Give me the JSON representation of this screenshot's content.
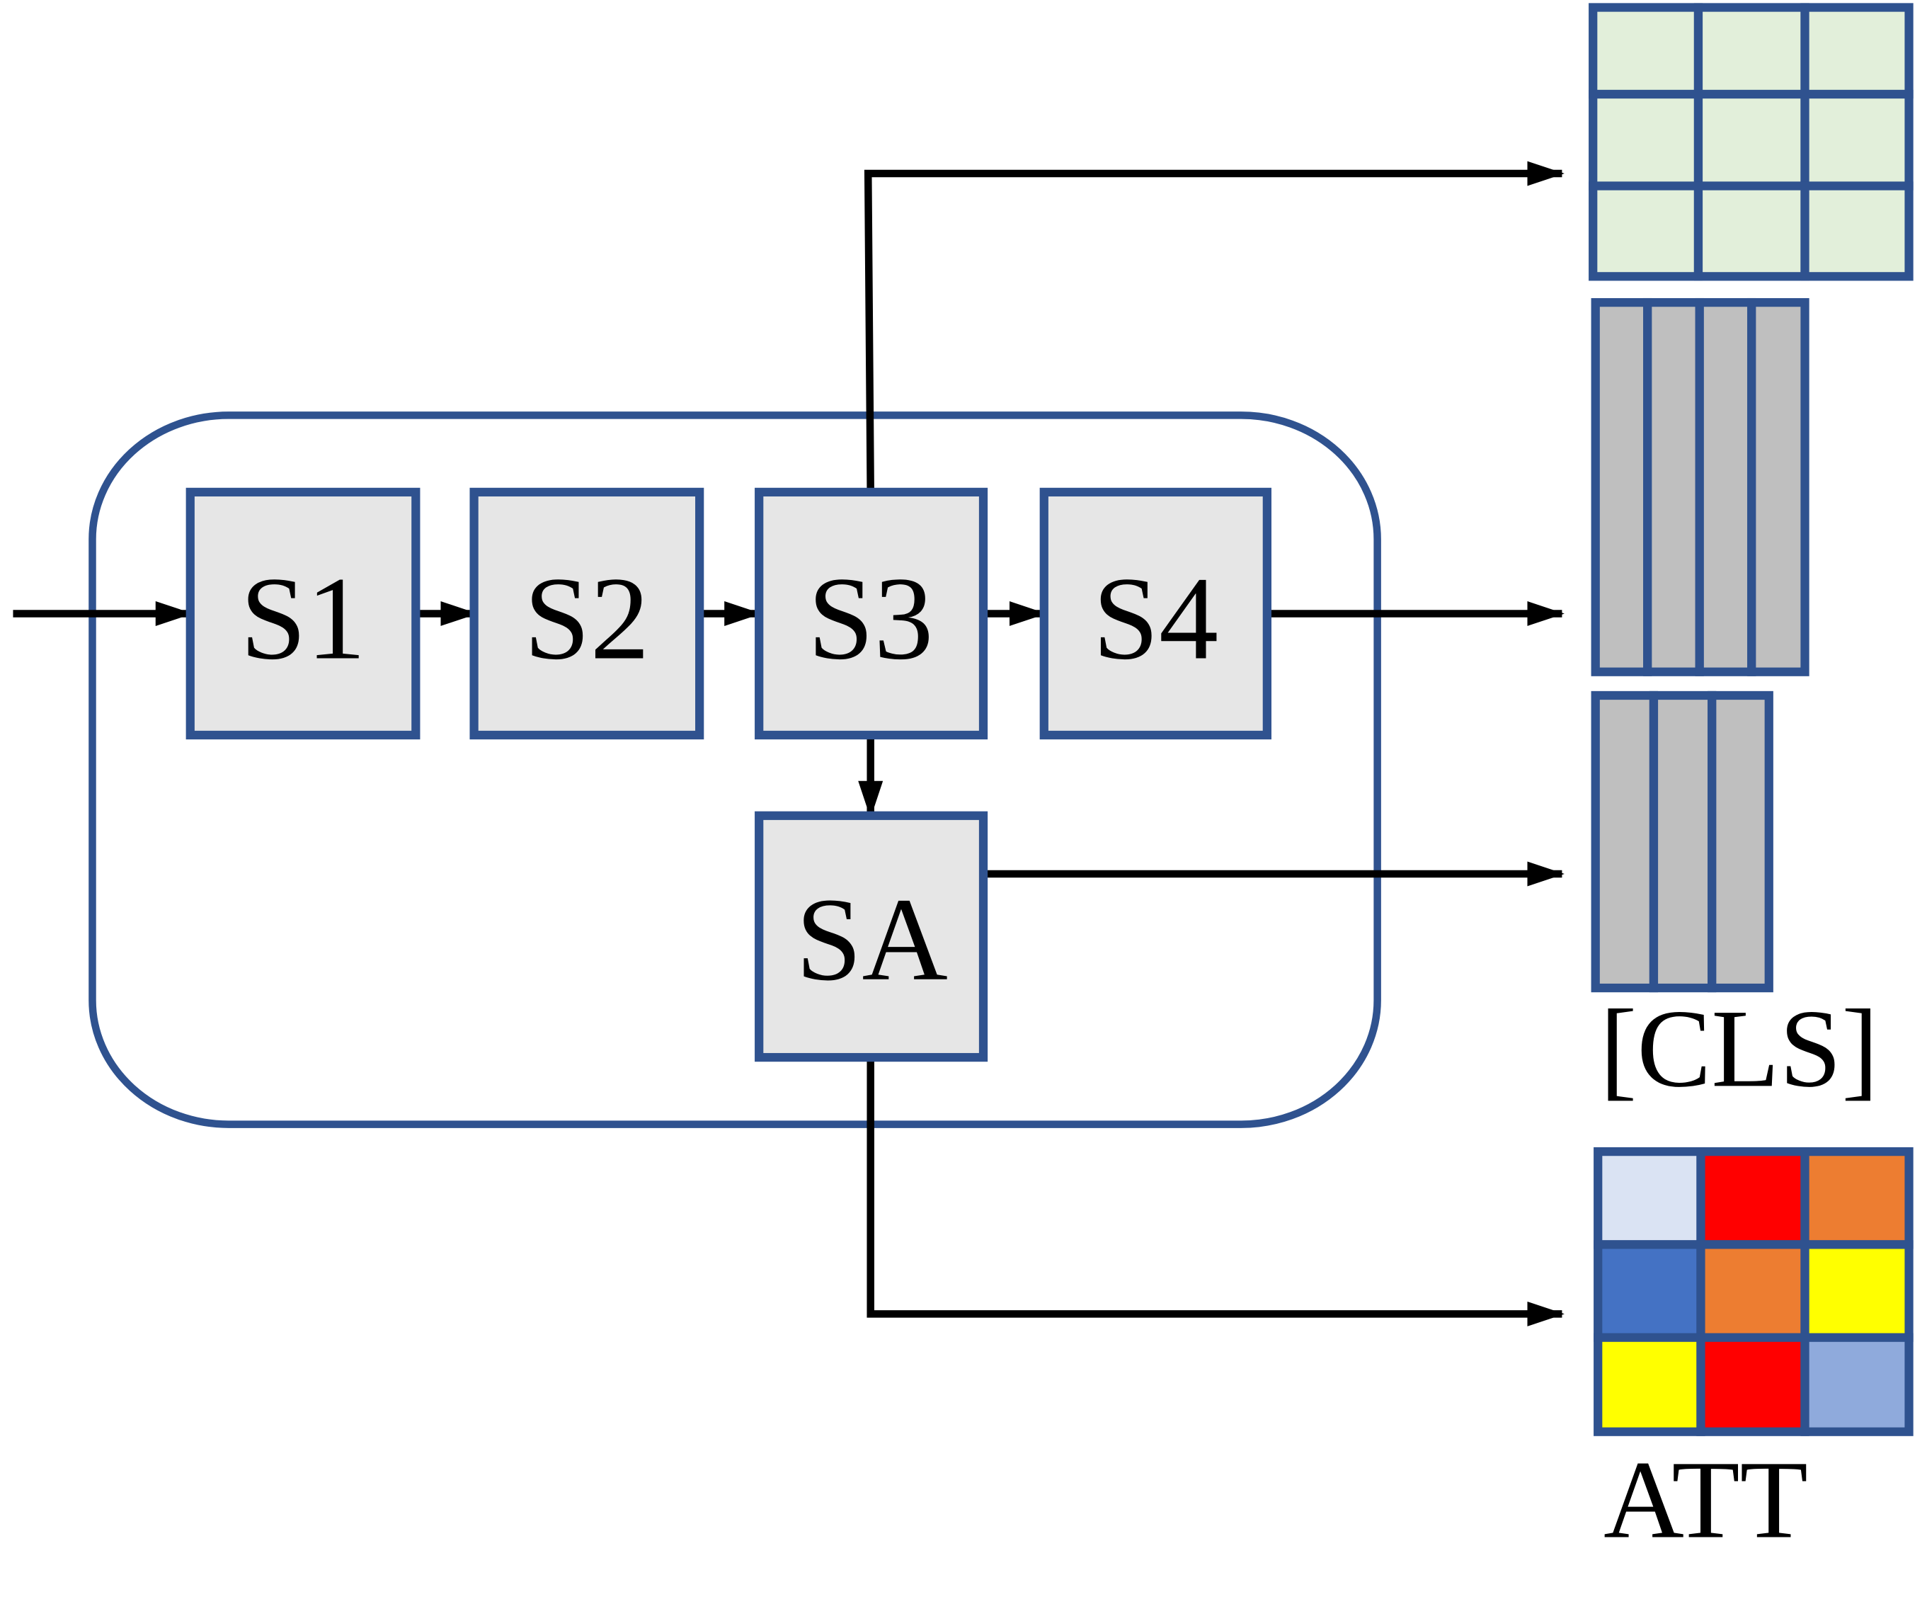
{
  "stages": [
    {
      "id": "s1",
      "label": "S1"
    },
    {
      "id": "s2",
      "label": "S2"
    },
    {
      "id": "s3",
      "label": "S3"
    },
    {
      "id": "s4",
      "label": "S4"
    },
    {
      "id": "sa",
      "label": "SA"
    }
  ],
  "outputs": {
    "cls_label": "[CLS]",
    "att_label": "ATT"
  },
  "colors": {
    "border": "#2F528F",
    "stage_fill": "#E6E6E6",
    "grid_fill": "#E2EFDA",
    "token_fill": "#BFBFBF",
    "arrow": "#000000",
    "att_cells": [
      "#DAE3F3",
      "#FF0000",
      "#ED7D31",
      "#4472C4",
      "#ED7D31",
      "#FFFF00",
      "#FFFF00",
      "#FF0000",
      "#8FAADC"
    ]
  }
}
